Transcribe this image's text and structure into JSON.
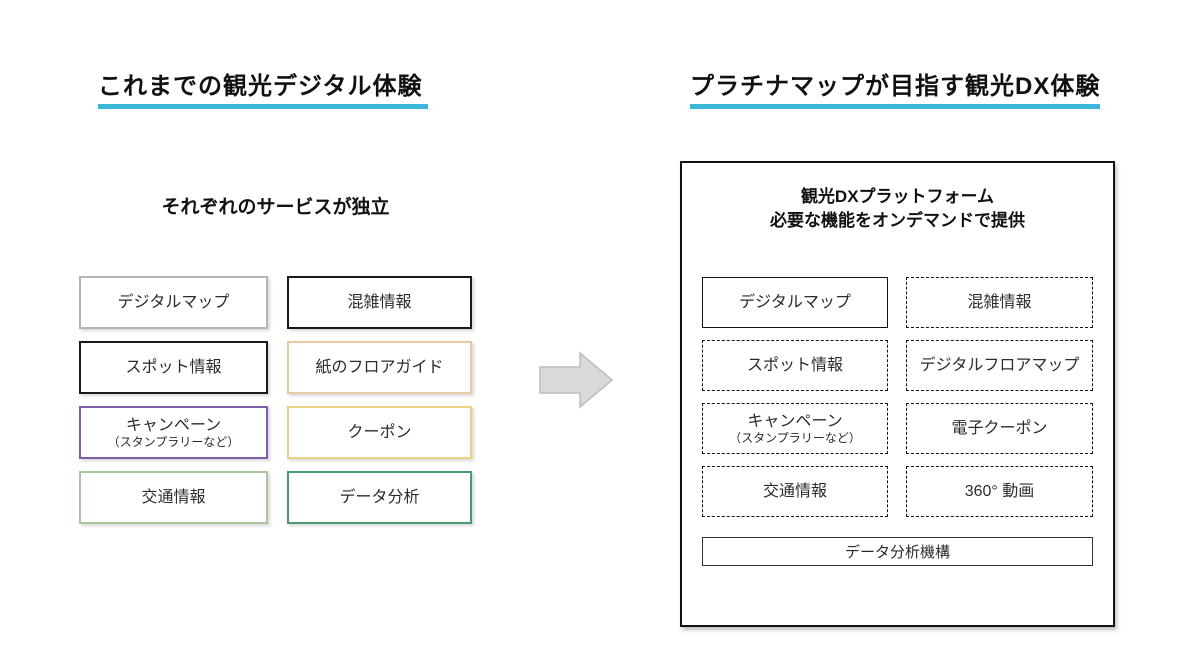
{
  "left": {
    "title": "これまでの観光デジタル体験",
    "subtitle": "それぞれのサービスが独立",
    "boxes": [
      {
        "label": "デジタルマップ",
        "sub": "",
        "border_color": "#b5b5b5"
      },
      {
        "label": "混雑情報",
        "sub": "",
        "border_color": "#1a1a1a"
      },
      {
        "label": "スポット情報",
        "sub": "",
        "border_color": "#1a1a1a"
      },
      {
        "label": "紙のフロアガイド",
        "sub": "",
        "border_color": "#e6cba4"
      },
      {
        "label": "キャンペーン",
        "sub": "（スタンプラリーなど）",
        "border_color": "#7c5fa8"
      },
      {
        "label": "クーポン",
        "sub": "",
        "border_color": "#ecd084"
      },
      {
        "label": "交通情報",
        "sub": "",
        "border_color": "#a9c79b"
      },
      {
        "label": "データ分析",
        "sub": "",
        "border_color": "#4a9b6d"
      }
    ]
  },
  "right": {
    "title": "プラチナマップが目指す観光DX体験",
    "panel": {
      "title_line1": "観光DXプラットフォーム",
      "title_line2": "必要な機能をオンデマンドで提供",
      "boxes": [
        {
          "label": "デジタルマップ",
          "sub": "",
          "border_style": "solid"
        },
        {
          "label": "混雑情報",
          "sub": "",
          "border_style": "dashed"
        },
        {
          "label": "スポット情報",
          "sub": "",
          "border_style": "dashed"
        },
        {
          "label": "デジタルフロアマップ",
          "sub": "",
          "border_style": "dashed"
        },
        {
          "label": "キャンペーン",
          "sub": "（スタンプラリーなど）",
          "border_style": "dashed"
        },
        {
          "label": "電子クーポン",
          "sub": "",
          "border_style": "dashed"
        },
        {
          "label": "交通情報",
          "sub": "",
          "border_style": "dashed"
        },
        {
          "label": "360° 動画",
          "sub": "",
          "border_style": "dashed"
        }
      ],
      "footer_label": "データ分析機構"
    }
  },
  "colors": {
    "underline": "#3ab7d8",
    "arrow_fill": "#d9d9d9",
    "arrow_stroke": "#bdbdbd"
  }
}
